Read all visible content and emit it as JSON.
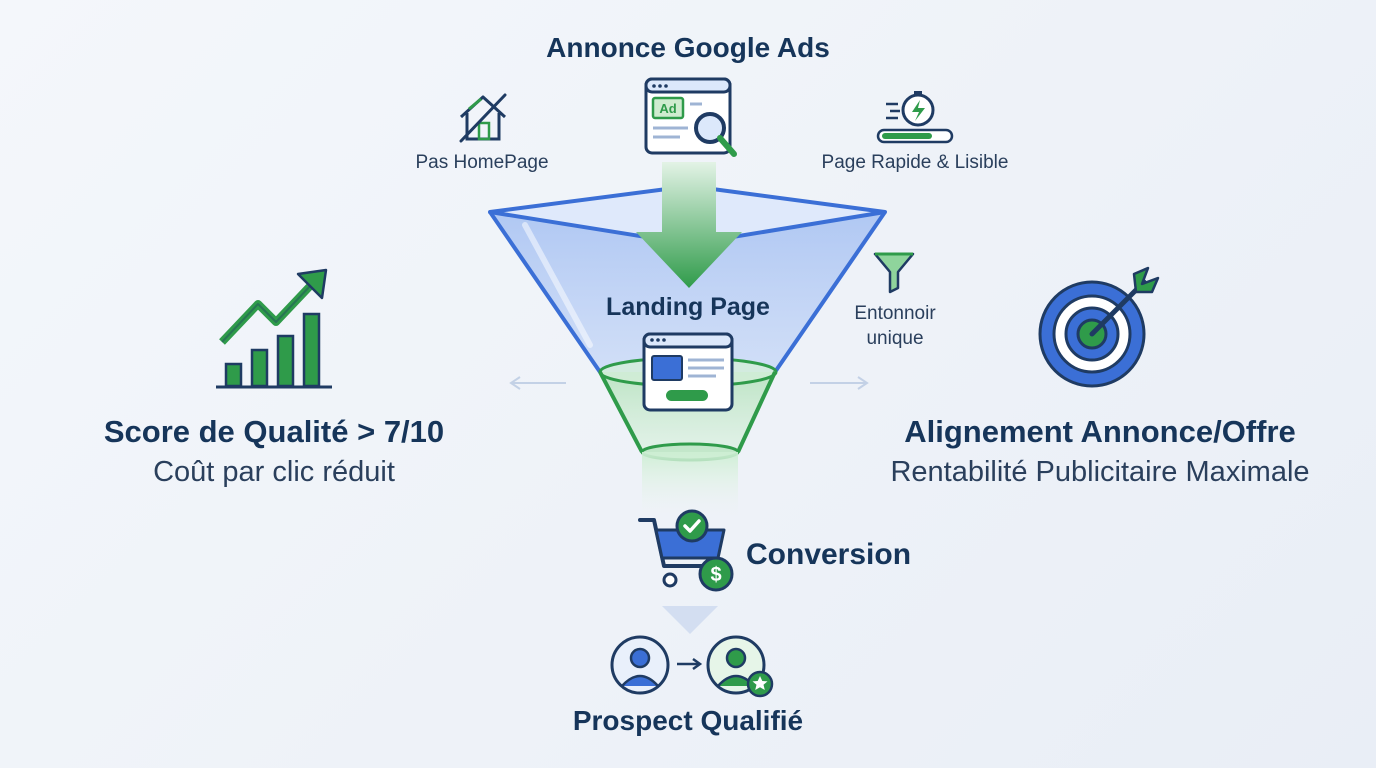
{
  "top": {
    "title": "Annonce Google Ads",
    "ad_badge": "Ad"
  },
  "left_top": {
    "label": "Pas HomePage"
  },
  "right_top": {
    "label": "Page Rapide & Lisible"
  },
  "funnel": {
    "label": "Landing Page"
  },
  "side_note": {
    "line1": "Entonnoir",
    "line2": "unique"
  },
  "left": {
    "title": "Score de Qualité > 7/10",
    "subtitle": "Coût par clic réduit"
  },
  "right": {
    "title": "Alignement Annonce/Offre",
    "subtitle": "Rentabilité Publicitaire Maximale"
  },
  "conversion": {
    "label": "Conversion"
  },
  "prospect": {
    "label": "Prospect Qualifié"
  },
  "colors": {
    "blue": "#3b6fd6",
    "blue_light": "#bcd0f5",
    "green": "#2f9b4a",
    "green_light": "#bfe5c7",
    "navy": "#16355a"
  }
}
